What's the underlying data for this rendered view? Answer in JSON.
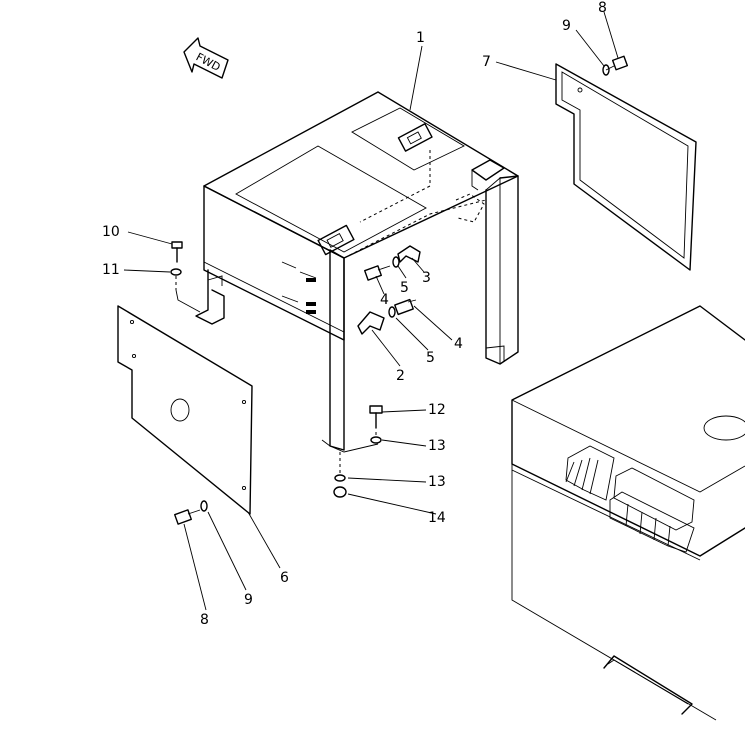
{
  "arrow": {
    "text": "FWD"
  },
  "labels": [
    {
      "id": "1a",
      "text": "1"
    },
    {
      "id": "2a",
      "text": "2"
    },
    {
      "id": "3a",
      "text": "3"
    },
    {
      "id": "4a",
      "text": "4"
    },
    {
      "id": "4b",
      "text": "4"
    },
    {
      "id": "5a",
      "text": "5"
    },
    {
      "id": "5b",
      "text": "5"
    },
    {
      "id": "6a",
      "text": "6"
    },
    {
      "id": "7a",
      "text": "7"
    },
    {
      "id": "8a",
      "text": "8"
    },
    {
      "id": "8b",
      "text": "8"
    },
    {
      "id": "9a",
      "text": "9"
    },
    {
      "id": "9b",
      "text": "9"
    },
    {
      "id": "10a",
      "text": "10"
    },
    {
      "id": "11a",
      "text": "11"
    },
    {
      "id": "12a",
      "text": "12"
    },
    {
      "id": "13a",
      "text": "13"
    },
    {
      "id": "13b",
      "text": "13"
    },
    {
      "id": "14a",
      "text": "14"
    }
  ]
}
